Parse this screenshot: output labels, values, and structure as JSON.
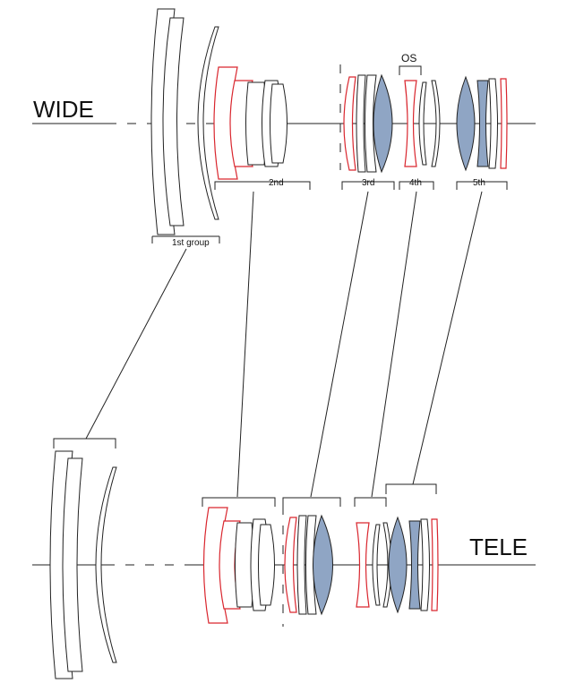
{
  "labels": {
    "wide": "WIDE",
    "tele": "TELE",
    "os": "OS",
    "group_1": "1st group",
    "group_2": "2nd",
    "group_3": "3rd",
    "group_4": "4th",
    "group_5": "5th"
  },
  "colors": {
    "line": "#222222",
    "special_element": "#d9262e",
    "filled_element": "#8fa5c4",
    "background": "#ffffff"
  }
}
